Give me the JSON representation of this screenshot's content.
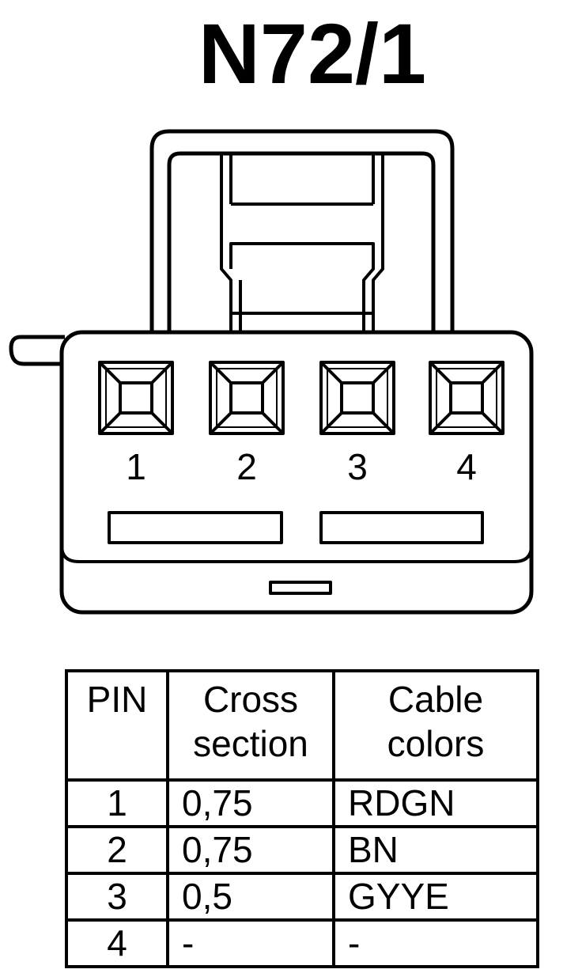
{
  "title": "N72/1",
  "connector": {
    "pins": [
      "1",
      "2",
      "3",
      "4"
    ]
  },
  "table": {
    "headers": {
      "pin": "PIN",
      "cross_section": [
        "Cross",
        "section"
      ],
      "cable_colors": [
        "Cable",
        "colors"
      ]
    },
    "rows": [
      {
        "pin": "1",
        "cross_section": "0,75",
        "cable_color": "RDGN"
      },
      {
        "pin": "2",
        "cross_section": "0,75",
        "cable_color": "BN"
      },
      {
        "pin": "3",
        "cross_section": "0,5",
        "cable_color": "GYYE"
      },
      {
        "pin": "4",
        "cross_section": "-",
        "cable_color": "-"
      }
    ]
  }
}
